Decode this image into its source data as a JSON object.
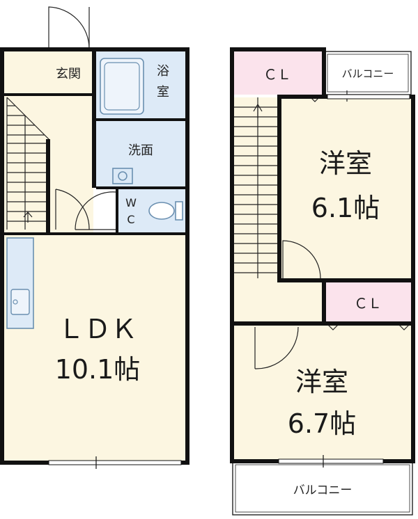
{
  "floor1": {
    "genkan": "玄関",
    "bath_line1": "浴",
    "bath_line2": "室",
    "washroom": "洗面",
    "wc_line1": "W",
    "wc_line2": "C",
    "ldk_name": "ＬＤＫ",
    "ldk_size": "10.1帖"
  },
  "floor2": {
    "cl_top": "ＣＬ",
    "balcony_top": "バルコニー",
    "room1_name": "洋室",
    "room1_size": "6.1帖",
    "cl_mid": "ＣＬ",
    "room2_name": "洋室",
    "room2_size": "6.7帖",
    "balcony_bottom": "バルコニー"
  },
  "colors": {
    "room_fill": "#fcf6e1",
    "closet_fill": "#fbe3ec",
    "water_fill": "#ddeaf7",
    "wall": "#111111"
  }
}
